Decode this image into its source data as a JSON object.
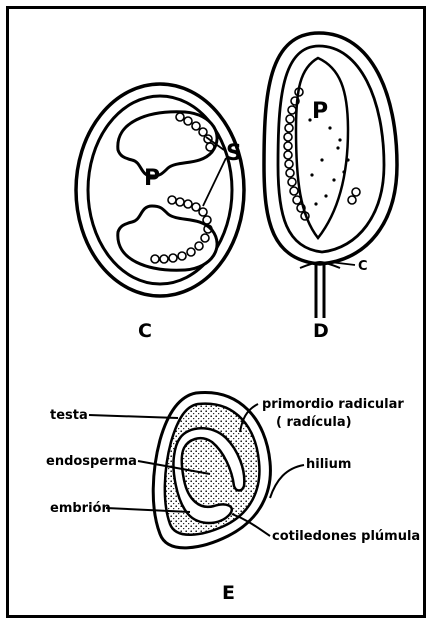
{
  "figure": {
    "panel_c": {
      "letter": "C",
      "label_p": "P",
      "label_s": "S"
    },
    "panel_d": {
      "letter": "D",
      "label_p": "P",
      "label_c": "C"
    },
    "panel_e": {
      "letter": "E",
      "labels": {
        "testa": "testa",
        "endosperma": "endosperma",
        "embrion": "embrión",
        "primordio": "primordio radicular",
        "radicula": "( radícula)",
        "hilium": "hilium",
        "cotiledones": "cotiledones  plúmula"
      }
    }
  }
}
